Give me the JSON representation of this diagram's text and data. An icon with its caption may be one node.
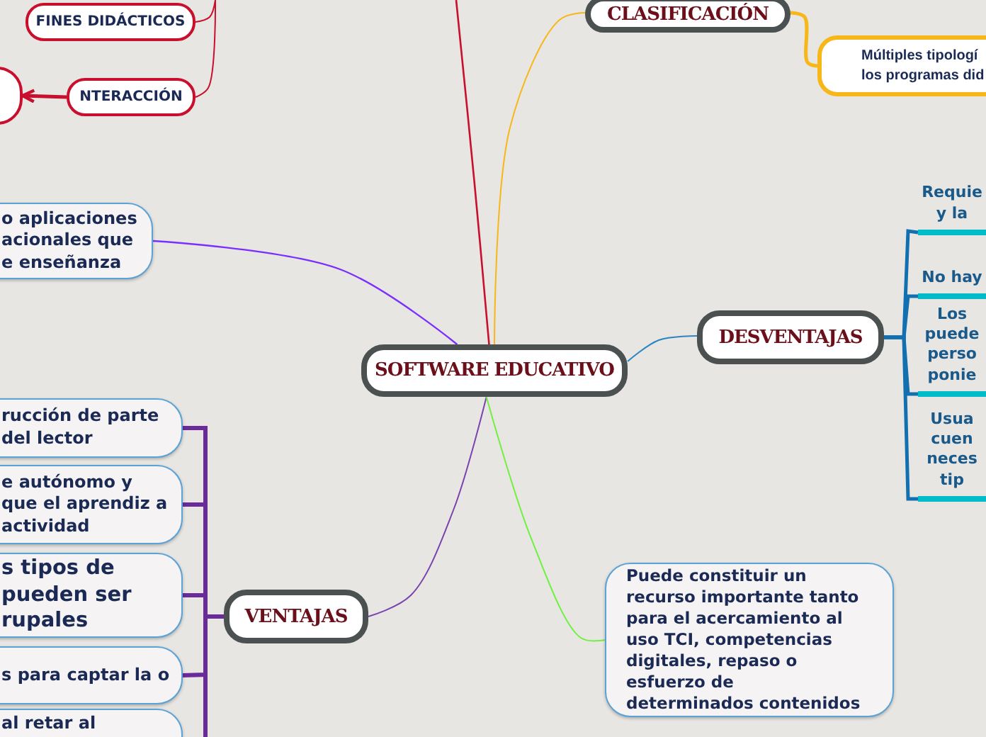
{
  "diagram": {
    "nodes": [
      {
        "text": [
          "SOFTWARE EDUCATIVO"
        ]
      },
      {
        "text": [
          "CLASIFICACIÓN"
        ]
      },
      {
        "text": [
          "Múltiples tipologí los programas did"
        ]
      },
      {
        "text": [
          "FINES DIDÁCTICOS"
        ]
      },
      {
        "text": [
          "NTERACCIÓN"
        ]
      },
      {
        "text": [],
        "shape": "box"
      },
      {
        "text": [
          "o aplicaciones acionales que e enseñanza"
        ]
      },
      {
        "text": [
          "DESVENTAJAS"
        ]
      },
      {
        "text": [
          "Requie y la"
        ]
      },
      {
        "text": [
          "No hay"
        ]
      },
      {
        "text": [
          "Los puede perso ponie"
        ]
      },
      {
        "text": [
          "Usua cuen neces tip"
        ]
      },
      {
        "text": [
          "VENTAJAS"
        ]
      },
      {
        "text": [
          "rucción de parte del lector"
        ]
      },
      {
        "text": [
          "e autónomo y que el aprendiz a actividad"
        ]
      },
      {
        "text": [
          "s tipos de pueden ser rupales"
        ]
      },
      {
        "text": [
          "s para captar la o"
        ]
      },
      {
        "text": [
          "al retar al"
        ]
      },
      {
        "text": [
          "Puede constituir un recurso importante tanto para el acercamiento al uso TCI, competencias digitales, repaso o esfuerzo de determinados contenidos"
        ]
      }
    ],
    "edges": [
      {
        "from": 0,
        "to": 1,
        "arrow": "none",
        "color": "#f7b718"
      },
      {
        "from": 1,
        "to": 2,
        "arrow": "none",
        "color": "#f7b718"
      },
      {
        "from": null,
        "to": 0,
        "arrow": "none",
        "color": "#c8102e"
      },
      {
        "from": null,
        "to": 3,
        "arrow": "none",
        "color": "#c8102e"
      },
      {
        "from": null,
        "to": 4,
        "arrow": "none",
        "color": "#c8102e"
      },
      {
        "from": 4,
        "to": 5,
        "arrow": "to",
        "color": "#c8102e"
      },
      {
        "from": 0,
        "to": 6,
        "arrow": "none",
        "color": "#7b2fff"
      },
      {
        "from": 0,
        "to": 7,
        "arrow": "none",
        "color": "#2a86c0"
      },
      {
        "from": 7,
        "to": 8,
        "arrow": "none",
        "color": "#1270b0"
      },
      {
        "from": 7,
        "to": 9,
        "arrow": "none",
        "color": "#1270b0"
      },
      {
        "from": 7,
        "to": 10,
        "arrow": "none",
        "color": "#1270b0"
      },
      {
        "from": 7,
        "to": 11,
        "arrow": "none",
        "color": "#1270b0"
      },
      {
        "from": 0,
        "to": 12,
        "arrow": "none",
        "color": "#7a44b0"
      },
      {
        "from": 12,
        "to": 13,
        "arrow": "none",
        "color": "#6a2a9a"
      },
      {
        "from": 12,
        "to": 14,
        "arrow": "none",
        "color": "#6a2a9a"
      },
      {
        "from": 12,
        "to": 15,
        "arrow": "none",
        "color": "#6a2a9a"
      },
      {
        "from": 12,
        "to": 16,
        "arrow": "none",
        "color": "#6a2a9a"
      },
      {
        "from": 12,
        "to": 17,
        "arrow": "none",
        "color": "#6a2a9a"
      },
      {
        "from": 0,
        "to": 18,
        "arrow": "none",
        "color": "#70f040"
      }
    ]
  }
}
